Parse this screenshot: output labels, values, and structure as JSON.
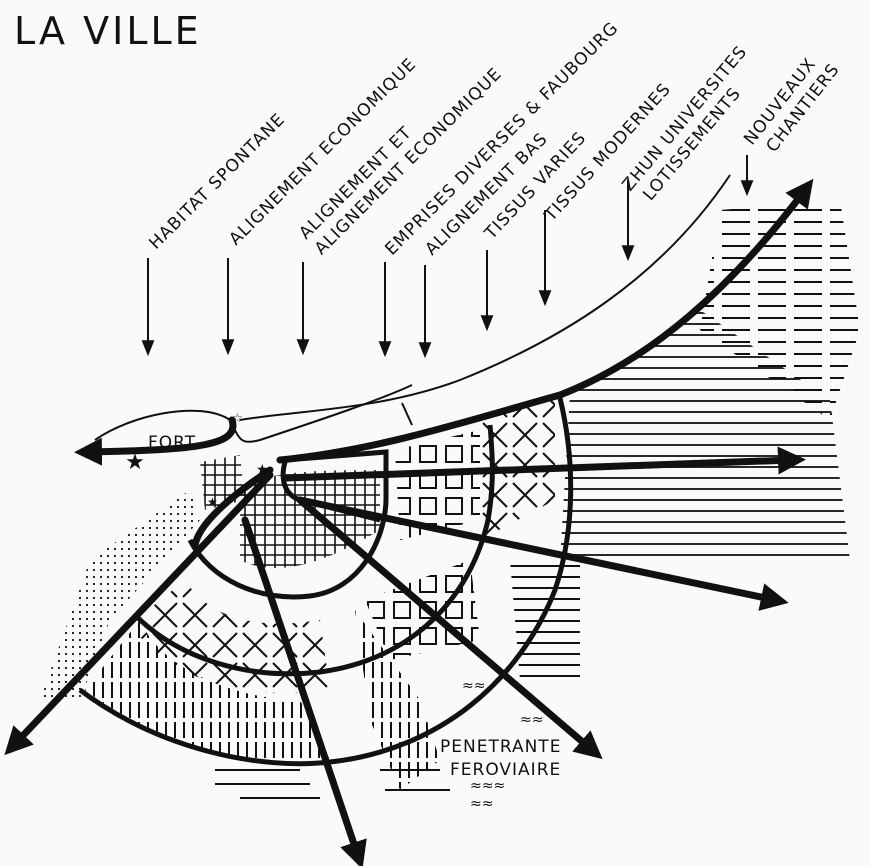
{
  "title": "LA VILLE",
  "zone_labels": [
    {
      "id": "habitat",
      "lines": [
        "HABITAT SPONTANE"
      ]
    },
    {
      "id": "alignement-eco",
      "lines": [
        "ALIGNEMENT ECONOMIQUE"
      ]
    },
    {
      "id": "alignement-et",
      "lines": [
        "ALIGNEMENT ET",
        "ALIGNEMENT ECONOMIQUE"
      ]
    },
    {
      "id": "emprises",
      "lines": [
        "EMPRISES DIVERSES & FAUBOURG"
      ]
    },
    {
      "id": "alignement-bas",
      "lines": [
        "ALIGNEMENT BAS"
      ]
    },
    {
      "id": "tissus-varies",
      "lines": [
        "TISSUS VARIES"
      ]
    },
    {
      "id": "tissus-modernes",
      "lines": [
        "TISSUS MODERNES"
      ]
    },
    {
      "id": "zhun",
      "lines": [
        "ZHUN UNIVERSITES",
        "LOTISSEMENTS"
      ]
    },
    {
      "id": "nouveaux",
      "lines": [
        "NOUVEAUX",
        "CHANTIERS"
      ]
    }
  ],
  "map_labels": {
    "fort": "FORT",
    "penetrante_line1": "PENETRANTE",
    "penetrante_line2": "FEROVIAIRE"
  }
}
